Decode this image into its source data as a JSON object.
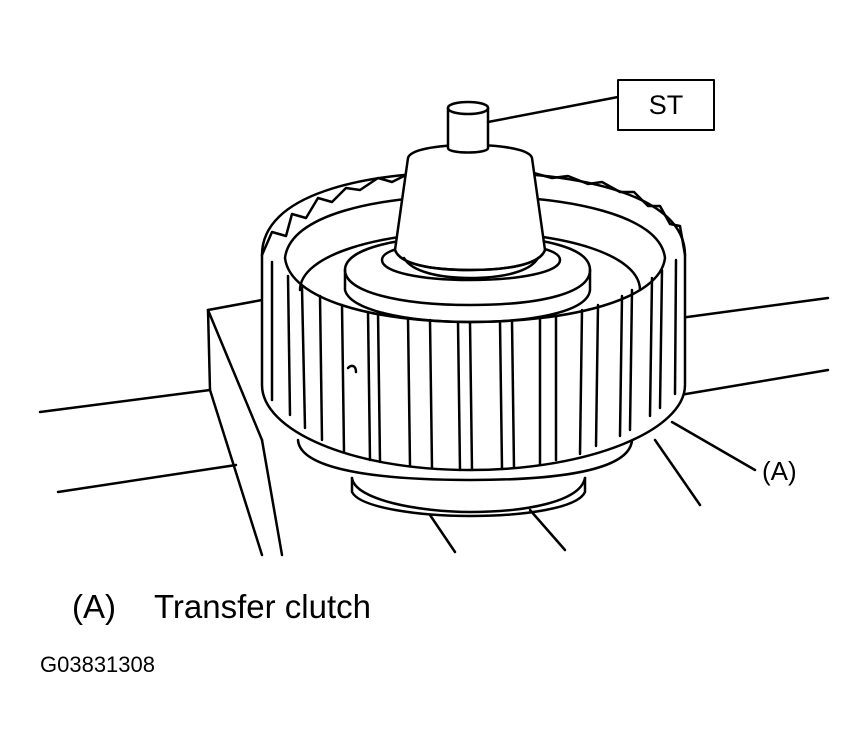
{
  "labels": {
    "tool": "ST",
    "callout": "(A)"
  },
  "legend": {
    "key": "(A)",
    "text": "Transfer clutch"
  },
  "figure_code": "G03831308",
  "colors": {
    "line": "#000000",
    "background": "#ffffff"
  }
}
